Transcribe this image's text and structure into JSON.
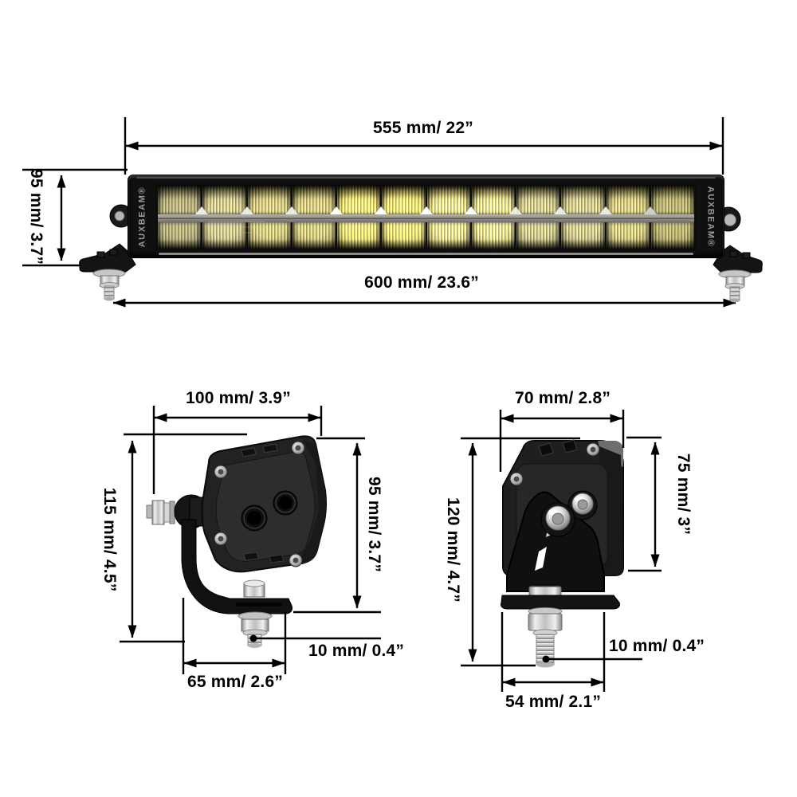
{
  "meta": {
    "kind": "product-dimension-diagram",
    "background": "#ffffff",
    "line_color": "#000000"
  },
  "brand": {
    "label": "AUXBEAM®"
  },
  "views": {
    "front": {
      "name": "light bar front view",
      "dim_top": "555 mm/ 22”",
      "dim_left": "95 mm/ 3.7”",
      "dim_bottom": "600 mm/ 23.6”",
      "led_rows": 2,
      "led_segments_per_row": 12
    },
    "side": {
      "name": "side profile with mounting bracket",
      "dim_top": "100 mm/ 3.9”",
      "dim_left": "115 mm/ 4.5”",
      "dim_right": "95 mm/ 3.7”",
      "dim_bolt": "10 mm/ 0.4”",
      "dim_bottom": "65 mm/ 2.6”"
    },
    "end": {
      "name": "end profile with mounting bracket",
      "dim_top": "70 mm/ 2.8”",
      "dim_left": "120 mm/ 4.7”",
      "dim_right": "75 mm/ 3”",
      "dim_bolt": "10 mm/ 0.4”",
      "dim_bottom": "54 mm/ 2.1”"
    }
  },
  "colors": {
    "lens_yellow": "#e9e08d",
    "metal_silver": "#c8c8c8",
    "housing_black": "#141414",
    "divider_gray": "#8f8d89",
    "cap_text_gray": "#9c9c9c"
  }
}
